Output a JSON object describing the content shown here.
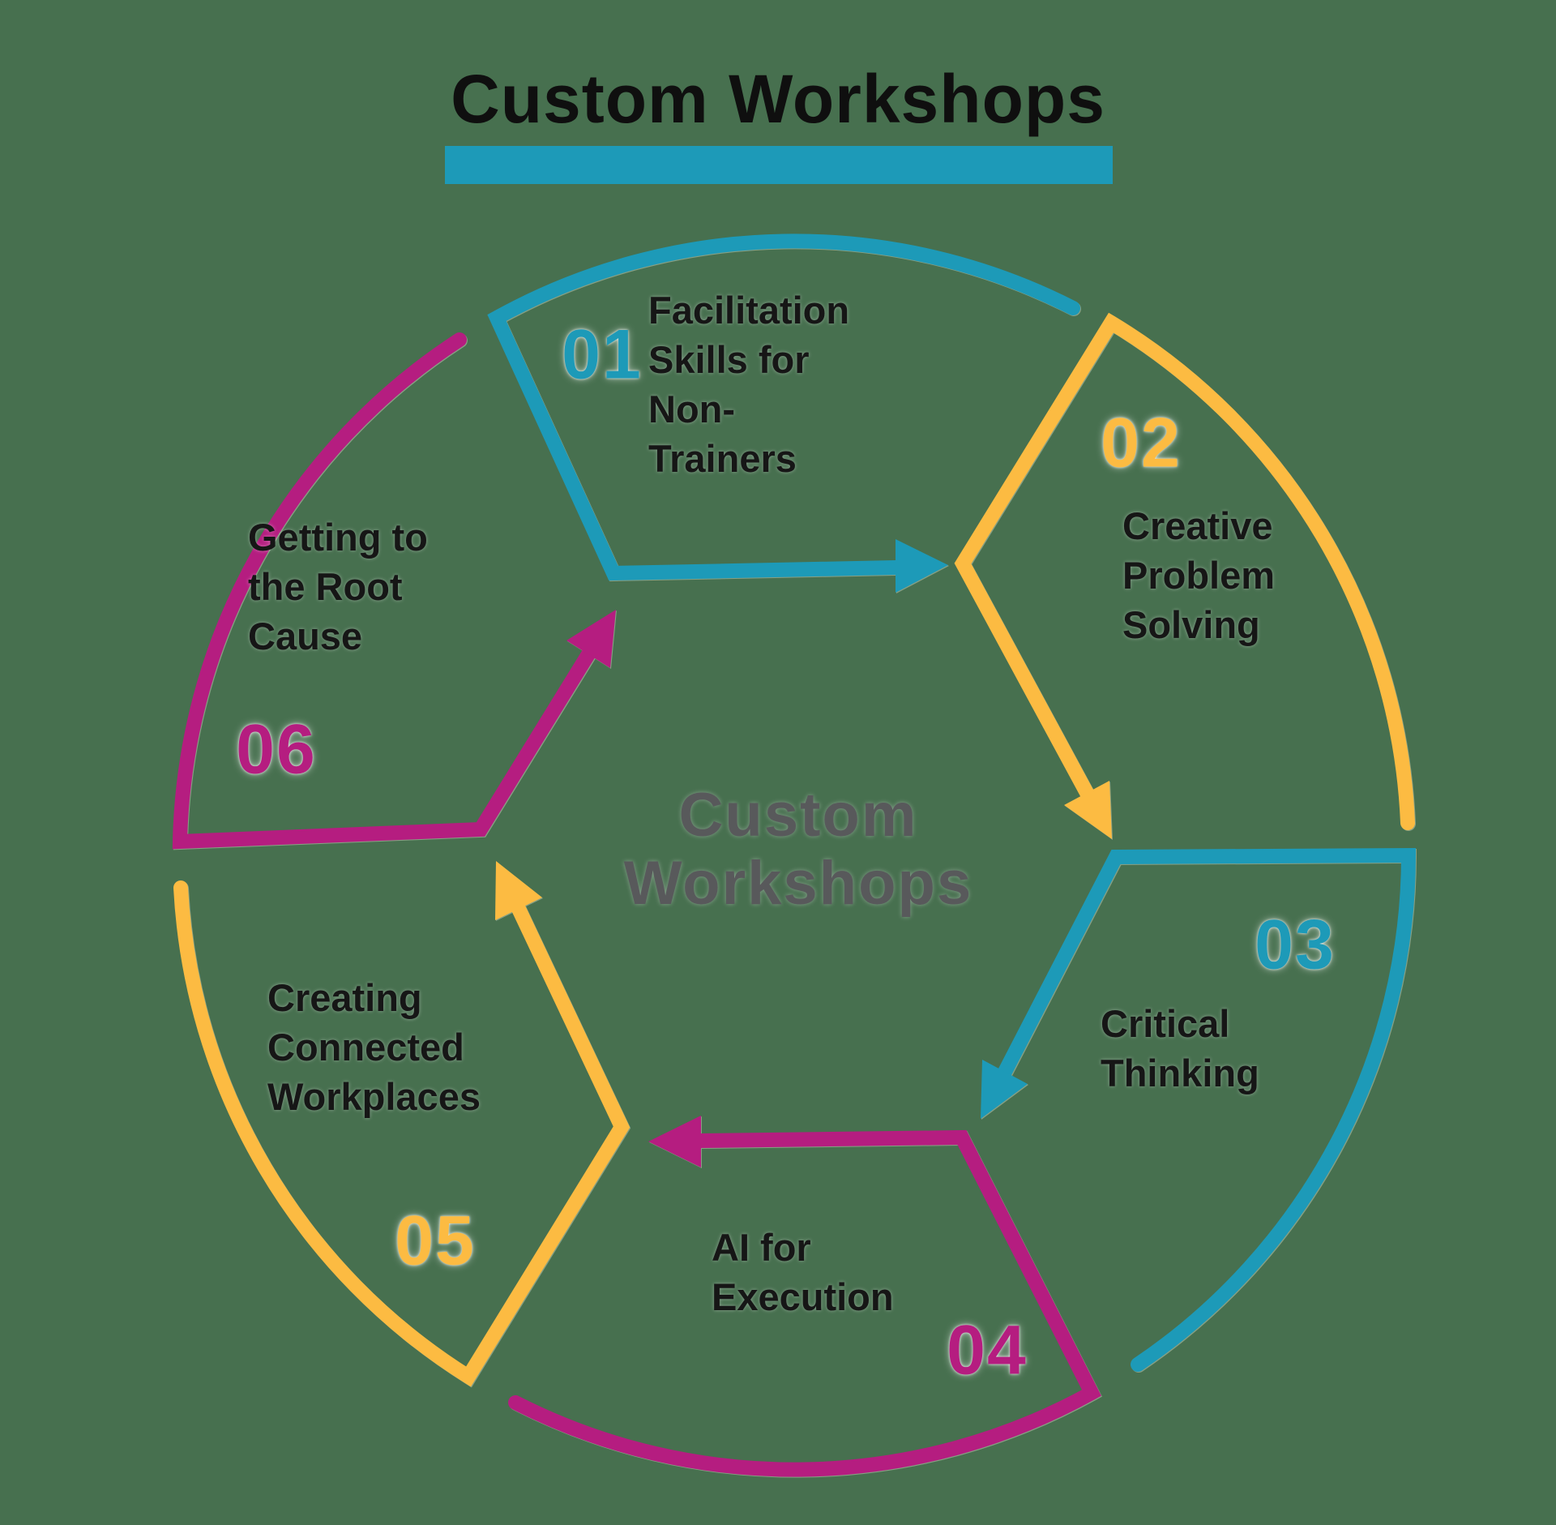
{
  "title": {
    "text": "Custom Workshops"
  },
  "center_label": {
    "line1": "Custom",
    "line2": "Workshops"
  },
  "colors": {
    "teal": "#1d9ab8",
    "yellow": "#fcbb42",
    "magenta": "#b51d80",
    "background": "#47704f",
    "title_text": "#0f0f0f",
    "title_highlight": "#1d9ab8",
    "center_text": "#58595b",
    "label_text": "#161616",
    "number_counter_fill": "#ffffff"
  },
  "steps": [
    {
      "number": "01",
      "color": "#1d9ab8",
      "color_name": "teal",
      "label": "Facilitation Skills for Non-Trainers",
      "lines": [
        "Facilitation",
        "Skills for",
        "Non-",
        "Trainers"
      ]
    },
    {
      "number": "02",
      "color": "#fcbb42",
      "color_name": "yellow",
      "label": "Creative Problem Solving",
      "lines": [
        "Creative",
        "Problem",
        "Solving"
      ]
    },
    {
      "number": "03",
      "color": "#1d9ab8",
      "color_name": "teal",
      "label": "Critical Thinking",
      "lines": [
        "Critical",
        "Thinking"
      ]
    },
    {
      "number": "04",
      "color": "#b51d80",
      "color_name": "magenta",
      "label": "AI for Execution",
      "lines": [
        "AI for",
        "Execution"
      ]
    },
    {
      "number": "05",
      "color": "#fcbb42",
      "color_name": "yellow",
      "label": "Creating Connected Workplaces",
      "lines": [
        "Creating",
        "Connected",
        "Workplaces"
      ]
    },
    {
      "number": "06",
      "color": "#b51d80",
      "color_name": "magenta",
      "label": "Getting to the Root Cause",
      "lines": [
        "Getting to",
        "the Root",
        "Cause"
      ]
    }
  ]
}
